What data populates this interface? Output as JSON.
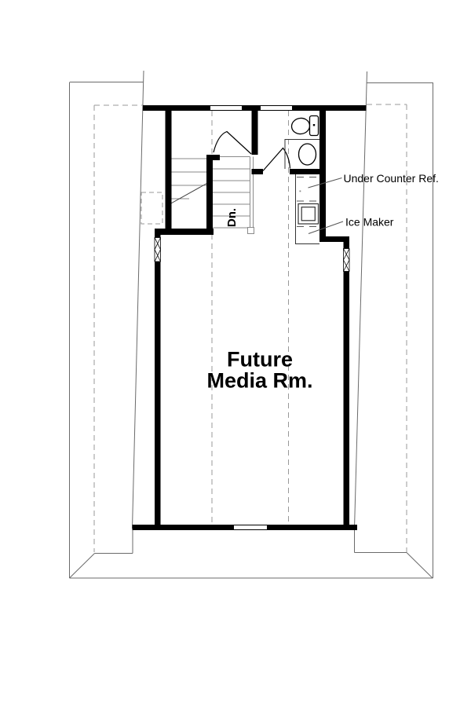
{
  "plan": {
    "room_label_line1": "Future",
    "room_label_line2": "Media Rm.",
    "stairs_label": "Dn.",
    "annotations": [
      {
        "label": "Under Counter Ref."
      },
      {
        "label": "Ice Maker"
      }
    ]
  },
  "colors": {
    "background": "#ffffff",
    "wall": "#000000",
    "outline": "#6b6b6b",
    "dashed": "#999999",
    "tread": "#8a8a8a",
    "cabinet": "#333333",
    "leader": "#555555"
  }
}
